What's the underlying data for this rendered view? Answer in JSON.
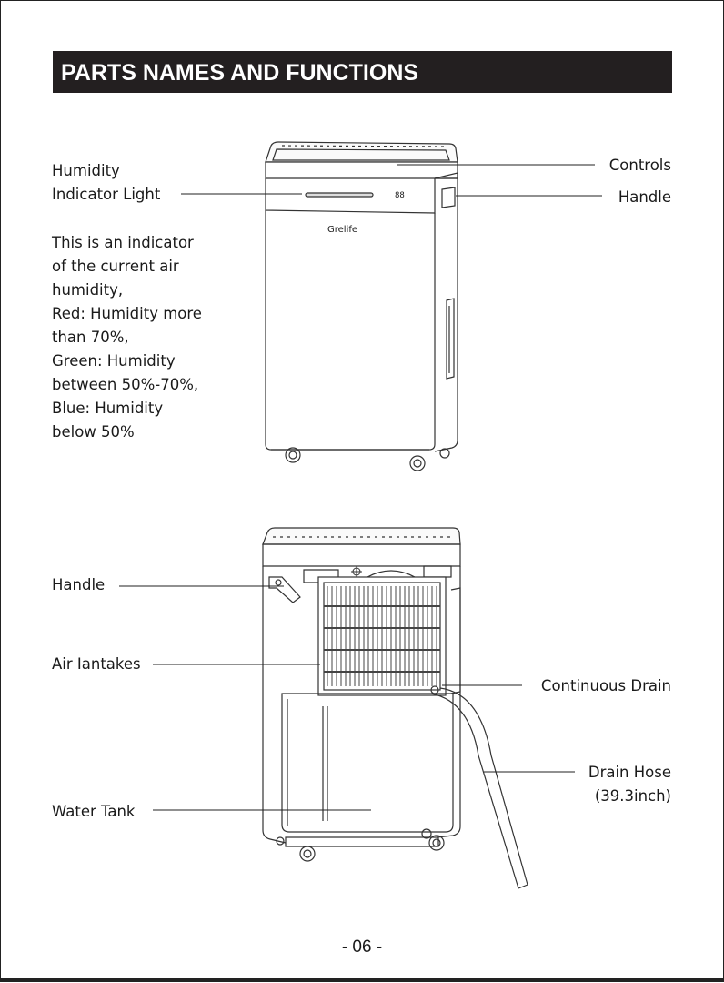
{
  "header": {
    "title": "PARTS NAMES AND FUNCTIONS"
  },
  "front_view": {
    "brand": "Grelife",
    "display": "88",
    "labels": {
      "humidity_indicator_line1": "Humidity",
      "humidity_indicator_line2": "Indicator Light",
      "controls": "Controls",
      "handle": "Handle"
    },
    "description": [
      "This is an indicator",
      "of the current air",
      "humidity,",
      "Red: Humidity more",
      "than 70%,",
      "Green: Humidity",
      "between 50%-70%,",
      "Blue: Humidity",
      "below 50%"
    ]
  },
  "back_view": {
    "labels": {
      "handle": "Handle",
      "air_intakes": "Air Iantakes",
      "water_tank": "Water Tank",
      "continuous_drain": "Continuous Drain",
      "drain_hose_line1": "Drain Hose",
      "drain_hose_line2": "(39.3inch)"
    }
  },
  "footer": {
    "page_number": "- 06 -"
  }
}
